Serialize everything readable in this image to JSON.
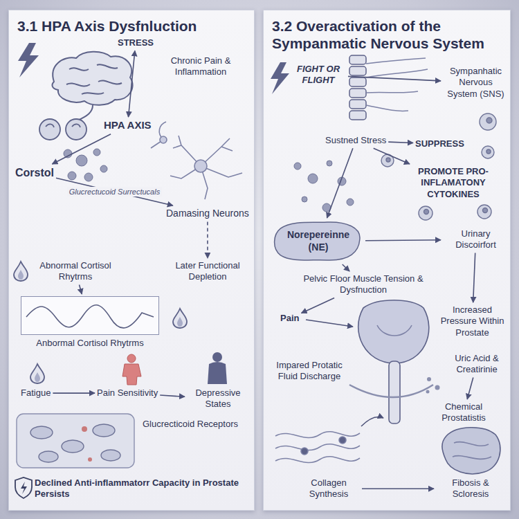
{
  "diagram": {
    "nodes": [
      {
        "text": [
          "3.1 HPA Axis Dysfnluction"
        ]
      },
      {
        "text": [
          "STRESS"
        ],
        "in": 0
      },
      {
        "text": [
          "Chronic Pain & Inflammation"
        ],
        "in": 0
      },
      {
        "text": [
          "HPA AXIS"
        ],
        "in": 0
      },
      {
        "text": [
          "Corstol"
        ],
        "in": 0
      },
      {
        "text": [
          "Damasing Neurons"
        ],
        "in": 0
      },
      {
        "text": [
          "Abnormal Cortisol Rhytrms"
        ],
        "in": 0
      },
      {
        "text": [
          "Later Functional Depletion"
        ],
        "in": 0
      },
      {
        "text": [
          "Anbormal Cortisol Rhytrms"
        ],
        "in": 0
      },
      {
        "text": [
          "Fatigue"
        ],
        "in": 0
      },
      {
        "text": [
          "Pain Sensitivity"
        ],
        "in": 0
      },
      {
        "text": [
          "Depressive States"
        ],
        "in": 0
      },
      {
        "text": [
          "Glucrecticoid Receptors"
        ],
        "in": 0
      },
      {
        "text": [
          "Declined Anti-inflammatorr Capacity in Prostate Persists"
        ],
        "in": 0
      },
      {
        "text": [
          "3.2 Overactivation of the Sympanmatic Nervous System"
        ]
      },
      {
        "text": [
          "FIGHT OR FLIGHT"
        ],
        "in": 14
      },
      {
        "text": [
          "Sympanhatic Nervous System (SNS)"
        ],
        "in": 14
      },
      {
        "text": [
          "Sustned Stress"
        ],
        "in": 14
      },
      {
        "text": [
          "SUPPRESS"
        ],
        "in": 14
      },
      {
        "text": [
          "PROMOTE PRO-INFLAMATONY CYTOKINES"
        ],
        "in": 14
      },
      {
        "text": [
          "Norepereinne (NE)"
        ],
        "in": 14
      },
      {
        "text": [
          "Urinary Discoirfort"
        ],
        "in": 14
      },
      {
        "text": [
          "Pelvic Floor Muscle Tension & Dysfnuction"
        ],
        "in": 14
      },
      {
        "text": [
          "Pain"
        ],
        "in": 14
      },
      {
        "text": [
          "Increased Pressure Within Prostate"
        ],
        "in": 14
      },
      {
        "text": [
          "Uric Acid & Creatirinie"
        ],
        "in": 14
      },
      {
        "text": [
          "Impared Protatic Fluid Discharge"
        ],
        "in": 14
      },
      {
        "text": [
          "Chemical Prostatistis"
        ],
        "in": 14
      },
      {
        "text": [
          "Collagen Synthesis"
        ],
        "in": 14
      },
      {
        "text": [
          "Fibosis & Scloresis"
        ],
        "in": 14
      }
    ],
    "edges": [
      {
        "from": 1,
        "to": 3,
        "arrow": "both"
      },
      {
        "from": 3,
        "to": 4,
        "arrow": "to"
      },
      {
        "from": 4,
        "to": 5,
        "label": "Glucrectucoid Surrectucals",
        "arrow": "to"
      },
      {
        "from": 5,
        "to": 7,
        "arrow": "to"
      },
      {
        "from": 6,
        "to": 8,
        "arrow": "to"
      },
      {
        "from": 9,
        "to": 10,
        "arrow": "to"
      },
      {
        "from": 10,
        "to": 11,
        "arrow": "to"
      },
      {
        "from": 15,
        "to": 16,
        "arrow": "to"
      },
      {
        "from": 17,
        "to": 18,
        "arrow": "to"
      },
      {
        "from": 17,
        "to": 19,
        "arrow": "to"
      },
      {
        "from": 17,
        "to": 20,
        "arrow": "to"
      },
      {
        "from": 20,
        "to": 21,
        "arrow": "to"
      },
      {
        "from": 20,
        "to": 22,
        "arrow": "to"
      },
      {
        "from": 21,
        "to": 24,
        "arrow": "to"
      },
      {
        "from": 22,
        "to": 23,
        "arrow": "to"
      },
      {
        "from": 25,
        "to": 27,
        "arrow": "to"
      },
      {
        "from": 28,
        "to": 29,
        "arrow": "to"
      }
    ]
  }
}
